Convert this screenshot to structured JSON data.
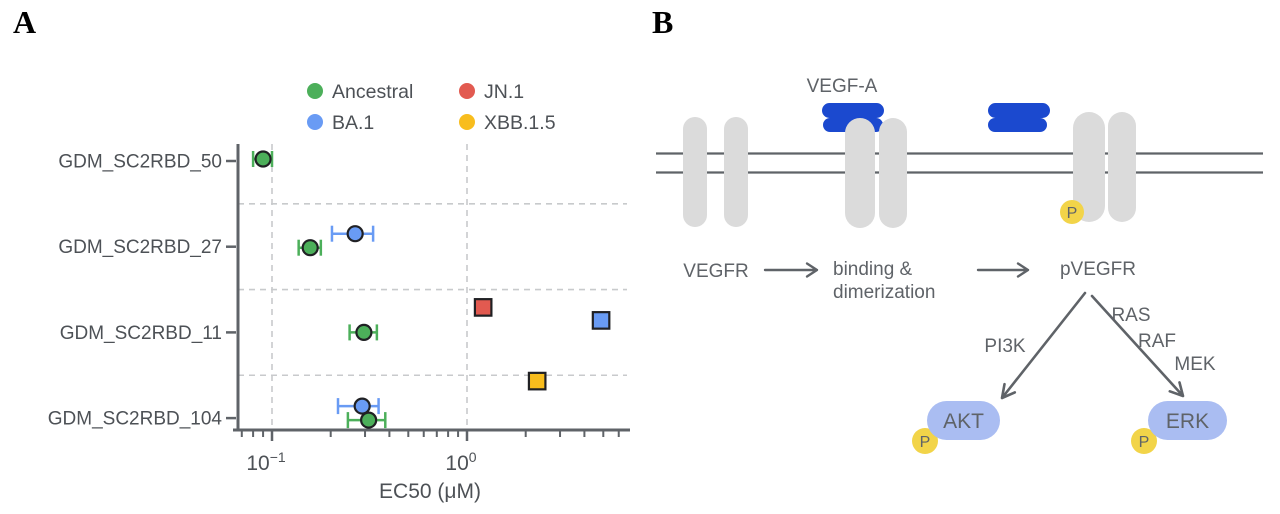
{
  "panels": {
    "a_label": "A",
    "b_label": "B"
  },
  "chart_data": {
    "type": "scatter",
    "title": "",
    "xlabel": "EC50 (μM)",
    "xscale": "log",
    "xlim": [
      0.065,
      6.6
    ],
    "grid": "dashed",
    "legend_position": "top",
    "categories": [
      "GDM_SC2RBD_50",
      "GDM_SC2RBD_27",
      "GDM_SC2RBD_11",
      "GDM_SC2RBD_104"
    ],
    "x_major_ticks": [
      {
        "value": 0.1,
        "base": "10",
        "exp": "−1"
      },
      {
        "value": 1,
        "base": "10",
        "exp": "0"
      }
    ],
    "x_minor_ticks": [
      0.07,
      0.08,
      0.09,
      0.2,
      0.3,
      0.4,
      0.5,
      0.6,
      0.7,
      0.8,
      0.9,
      2,
      3,
      4,
      5,
      6
    ],
    "legend": [
      {
        "label": "Ancestral",
        "color": "#4caf5a"
      },
      {
        "label": "BA.1",
        "color": "#699bf4"
      },
      {
        "label": "JN.1",
        "color": "#e25a50"
      },
      {
        "label": "XBB.1.5",
        "color": "#f8bd1d"
      }
    ],
    "series": [
      {
        "name": "Ancestral",
        "color": "#4caf5a",
        "points": [
          {
            "category": "GDM_SC2RBD_50",
            "value": 0.09,
            "ci": [
              0.08,
              0.1
            ],
            "marker": "circle",
            "dy": -2
          },
          {
            "category": "GDM_SC2RBD_27",
            "value": 0.157,
            "ci": [
              0.137,
              0.178
            ],
            "marker": "circle",
            "dy": 1
          },
          {
            "category": "GDM_SC2RBD_11",
            "value": 0.296,
            "ci": [
              0.25,
              0.345
            ],
            "marker": "circle",
            "dy": 0
          },
          {
            "category": "GDM_SC2RBD_104",
            "value": 0.313,
            "ci": [
              0.245,
              0.381
            ],
            "marker": "circle",
            "dy": 2
          }
        ]
      },
      {
        "name": "BA.1",
        "color": "#699bf4",
        "points": [
          {
            "category": "GDM_SC2RBD_27",
            "value": 0.267,
            "ci": [
              0.203,
              0.33
            ],
            "marker": "circle",
            "dy": -13
          },
          {
            "category": "GDM_SC2RBD_11",
            "value": 4.87,
            "ci": null,
            "marker": "square",
            "dy": -12
          },
          {
            "category": "GDM_SC2RBD_104",
            "value": 0.29,
            "ci": [
              0.218,
              0.352
            ],
            "marker": "circle",
            "dy": -12
          }
        ]
      },
      {
        "name": "JN.1",
        "color": "#e25a50",
        "points": [
          {
            "category": "GDM_SC2RBD_11",
            "value": 1.21,
            "ci": null,
            "marker": "square",
            "dy": -25
          }
        ]
      },
      {
        "name": "XBB.1.5",
        "color": "#f8bd1d",
        "points": [
          {
            "category": "GDM_SC2RBD_104",
            "value": 2.29,
            "ci": null,
            "marker": "square",
            "dy": -37
          }
        ]
      }
    ],
    "axis_color": "#5f6368",
    "grid_color": "#c8cacc",
    "label_color": "#4d5156",
    "marker_outline": "#202124"
  },
  "pathway": {
    "ligand_label": "VEGF-A",
    "steps": {
      "receptor": "VEGFR",
      "binding_line1": "binding &",
      "binding_line2": "dimerization",
      "phosphorylated": "pVEGFR"
    },
    "branches": {
      "left_kinase": "PI3K",
      "right_kinases": [
        "RAS",
        "RAF",
        "MEK"
      ]
    },
    "nodes": {
      "akt": "AKT",
      "erk": "ERK"
    },
    "phospho_label": "P",
    "colors": {
      "ligand": "#1b49cf",
      "receptor": "#dbdbdb",
      "membrane": "#5f6368",
      "node": "#aabdf2",
      "phospho": "#f2d449",
      "text": "#5f6368"
    }
  }
}
